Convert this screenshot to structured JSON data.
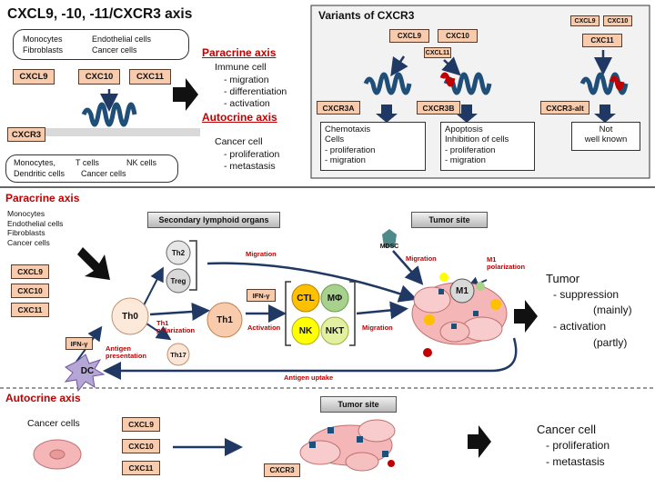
{
  "title": "CXCL9, -10, -11/CXCR3 axis",
  "top": {
    "source_cells": [
      "Monocytes",
      "Endothelial cells",
      "Fibroblasts",
      "Cancer cells"
    ],
    "ligands": [
      "CXCL9",
      "CXC10",
      "CXC11"
    ],
    "receptor": "CXCR3",
    "receptor_cells": [
      "Monocytes,",
      "T cells",
      "NK cells",
      "Dendritic cells",
      "Cancer cells"
    ],
    "paracrine": {
      "heading": "Paracrine axis",
      "subject": "Immune cell",
      "items": [
        "- migration",
        "- differentiation",
        "- activation"
      ]
    },
    "autocrine": {
      "heading": "Autocrine axis",
      "subject": "Cancer cell",
      "items": [
        "- proliferation",
        "- metastasis"
      ]
    }
  },
  "variants": {
    "title": "Variants of CXCR3",
    "cxcr3a": {
      "ligands": [
        "CXCL9",
        "CXC10",
        "CXCL11"
      ],
      "label": "CXCR3A",
      "effects": [
        "Chemotaxis",
        "Cells",
        "- proliferation",
        "- migration"
      ]
    },
    "cxcr3b": {
      "label": "CXCR3B",
      "effects": [
        "Apoptosis",
        "Inhibition of cells",
        "- proliferation",
        "- migration"
      ]
    },
    "cxcr3alt": {
      "ligands": [
        "CXCL9",
        "CXC10",
        "CXC11"
      ],
      "label": "CXCR3-alt",
      "effects": [
        "Not",
        "well known"
      ]
    }
  },
  "paracrine_section": {
    "heading": "Paracrine axis",
    "source_cells": [
      "Monocytes",
      "Endothelial cells",
      "Fibroblasts",
      "Cancer cells"
    ],
    "ligands": [
      "CXCL9",
      "CXC10",
      "CXC11"
    ],
    "secondary_lymphoid": "Secondary lymphoid organs",
    "tumor_site": "Tumor site",
    "cells": {
      "th0": "Th0",
      "th1": "Th1",
      "th2": "Th2",
      "treg": "Treg",
      "th17": "Th17",
      "dc": "DC",
      "ctl": "CTL",
      "mphi": "MΦ",
      "nk": "NK",
      "nkt": "NKT",
      "mdsc": "MDSC",
      "m1": "M1"
    },
    "ifn_1": "IFN-γ",
    "ifn_2": "IFN-γ",
    "labels": {
      "migration_top": "Migration",
      "migration_mdsc": "Migration",
      "migration_mid": "Migration",
      "m1_polarization": "M1\npolarization",
      "th1_polarization": "Th1\npolarization",
      "activation": "Activation",
      "antigen_presentation": "Antigen\npresentation",
      "antigen_uptake": "Antigen uptake"
    },
    "outcome": {
      "subject": "Tumor",
      "lines": [
        "- suppression",
        "(mainly)",
        "- activation",
        "(partly)"
      ]
    }
  },
  "autocrine_section": {
    "heading": "Autocrine axis",
    "cancer_cells": "Cancer cells",
    "ligands": [
      "CXCL9",
      "CXC10",
      "CXC11"
    ],
    "tumor_site": "Tumor site",
    "receptor": "CXCR3",
    "outcome": {
      "subject": "Cancer cell",
      "items": [
        "- proliferation",
        "- metastasis"
      ]
    }
  },
  "colors": {
    "ligand_fill": "#f8cbad",
    "receptor_blue": "#1f4e79",
    "heading_red": "#c00000",
    "cell_pink": "#f4b6b6"
  }
}
